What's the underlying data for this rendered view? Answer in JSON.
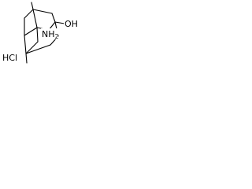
{
  "molecule": {
    "labels": {
      "hydroxyl": "OH",
      "amine": "NH",
      "amine_subscript": "2",
      "hydrochloride": "HCl"
    }
  },
  "colors": {
    "bond": "#000000",
    "text": "#000000",
    "background": "#ffffff"
  }
}
